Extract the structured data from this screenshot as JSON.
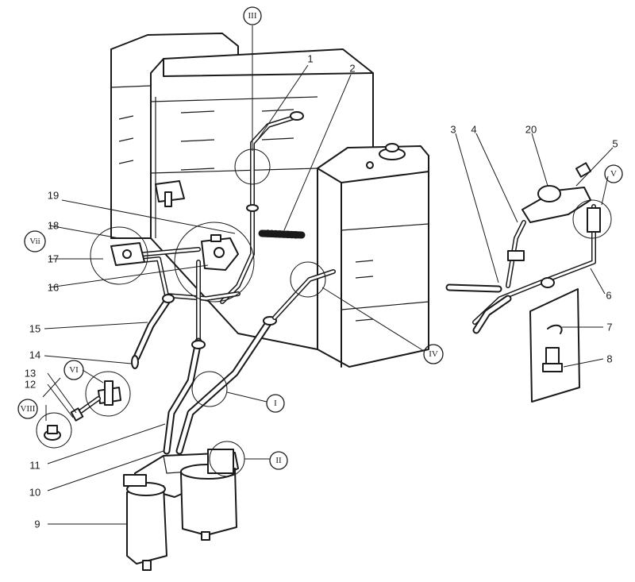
{
  "labels": {
    "n1": "1",
    "n2": "2",
    "n3": "3",
    "n4": "4",
    "n5": "5",
    "n6": "6",
    "n7": "7",
    "n8": "8",
    "n9": "9",
    "n10": "10",
    "n11": "11",
    "n12": "12",
    "n13": "13",
    "n14": "14",
    "n15": "15",
    "n16": "16",
    "n17": "17",
    "n18": "18",
    "n19": "19",
    "n20": "20"
  },
  "callouts": {
    "r1": "I",
    "r2": "II",
    "r3": "III",
    "r4": "IV",
    "r5": "V",
    "r6": "VI",
    "r7": "Vii",
    "r8": "VIII"
  }
}
